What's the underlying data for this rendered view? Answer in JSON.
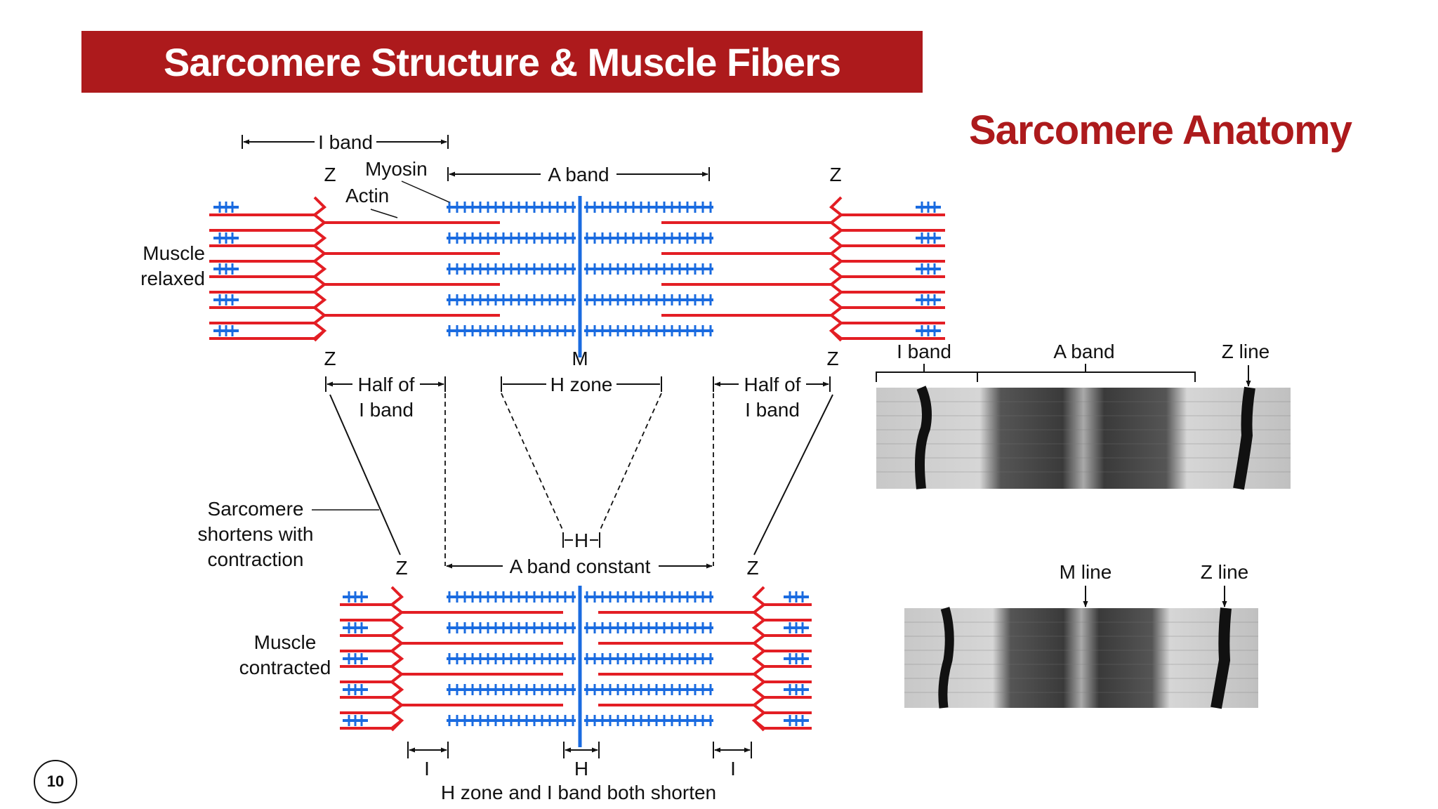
{
  "slide": {
    "title": "Sarcomere Structure & Muscle Fibers",
    "subtitle": "Sarcomere Anatomy",
    "page_number": "10"
  },
  "colors": {
    "accent": "#ad1a1c",
    "actin": "#e31e24",
    "myosin": "#1a6be0"
  },
  "diagram": {
    "relaxed": {
      "i_band": "I band",
      "a_band": "A band",
      "myosin": "Myosin",
      "actin": "Actin",
      "z": "Z",
      "m": "M",
      "state_line1": "Muscle",
      "state_line2": "relaxed",
      "half_i_line1": "Half of",
      "half_i_line2": "I band",
      "h_zone": "H zone"
    },
    "contracted": {
      "sarcomere_line1": "Sarcomere",
      "sarcomere_line2": "shortens with",
      "sarcomere_line3": "contraction",
      "h": "H",
      "z": "Z",
      "a_band_constant": "A band constant",
      "state_line1": "Muscle",
      "state_line2": "contracted",
      "i": "I",
      "caption": "H zone and I band both shorten"
    }
  },
  "micrographs": {
    "top": {
      "i_band": "I band",
      "a_band": "A band",
      "z_line": "Z line"
    },
    "bottom": {
      "m_line": "M line",
      "z_line": "Z line"
    }
  }
}
